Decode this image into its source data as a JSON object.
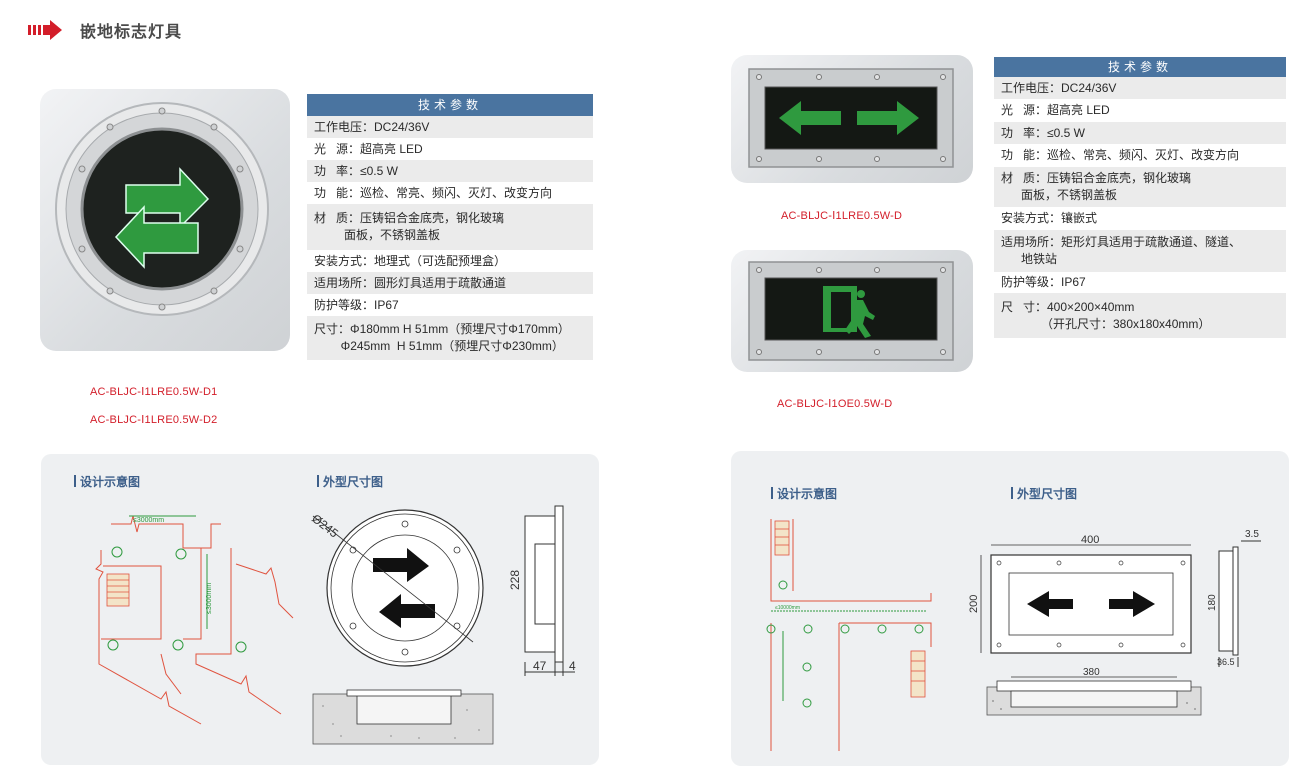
{
  "header": {
    "title": "嵌地标志灯具"
  },
  "colors": {
    "accent": "#d31e2a",
    "table_header": "#4a74a0",
    "sign_green": "#2f9a3f",
    "cad_red": "#e0533f"
  },
  "left_product": {
    "spec_header": "技术参数",
    "specs": [
      {
        "lines": [
          "工作电压：DC24/36V"
        ]
      },
      {
        "lines": [
          "光   源：超高亮 LED"
        ]
      },
      {
        "lines": [
          "功   率：≤0.5 W"
        ]
      },
      {
        "lines": [
          "功   能：巡检、常亮、频闪、灭灯、改变方向"
        ]
      },
      {
        "lines": [
          "材   质：压铸铝合金底壳，钢化玻璃",
          "         面板，不锈钢盖板"
        ]
      },
      {
        "lines": [
          "安装方式：地理式（可选配预埋盒）"
        ]
      },
      {
        "lines": [
          "适用场所：圆形灯具适用于疏散通道"
        ]
      },
      {
        "lines": [
          "防护等级：IP67"
        ]
      },
      {
        "lines": [
          "尺寸：Φ180mm H 51mm（预埋尺寸Φ170mm）",
          "        Φ245mm  H 51mm（预埋尺寸Φ230mm）"
        ]
      }
    ],
    "models": [
      "AC-BLJC-Ⅰ1LRE0.5W-D1",
      "AC-BLJC-Ⅰ1LRE0.5W-D2"
    ]
  },
  "right_product": {
    "spec_header": "技术参数",
    "specs": [
      {
        "lines": [
          "工作电压：DC24/36V"
        ]
      },
      {
        "lines": [
          "光   源：超高亮 LED"
        ]
      },
      {
        "lines": [
          "功   率：≤0.5 W"
        ]
      },
      {
        "lines": [
          "功   能：巡检、常亮、频闪、灭灯、改变方向"
        ]
      },
      {
        "lines": [
          "材   质：压铸铝合金底壳，钢化玻璃",
          "      面板，不锈钢盖板"
        ]
      },
      {
        "lines": [
          "安装方式：镶嵌式"
        ]
      },
      {
        "lines": [
          "适用场所：矩形灯具适用于疏散通道、隧道、",
          "      地铁站"
        ]
      },
      {
        "lines": [
          "防护等级：IP67"
        ]
      },
      {
        "lines": [
          "尺   寸：400×200×40mm",
          "            （开孔尺寸：380x180x40mm）"
        ]
      }
    ],
    "models": [
      "AC-BLJC-Ⅰ1LRE0.5W-D",
      "AC-BLJC-Ⅰ1OE0.5W-D"
    ]
  },
  "left_diagram": {
    "label_design": "设计示意图",
    "label_dim": "外型尺寸图",
    "dim_texts": {
      "spacing_h": "≤3000mm",
      "spacing_v": "≤3000mm",
      "diameter": "Ø245",
      "height": "228",
      "depth": "47",
      "lip": "4"
    }
  },
  "right_diagram": {
    "label_design": "设计示意图",
    "label_dim": "外型尺寸图",
    "dim_texts": {
      "width": "400",
      "height": "200",
      "cut": "380",
      "side_h": "180",
      "side_d": "36.5",
      "lip": "3.5",
      "spacing": "≤10000mm"
    }
  }
}
